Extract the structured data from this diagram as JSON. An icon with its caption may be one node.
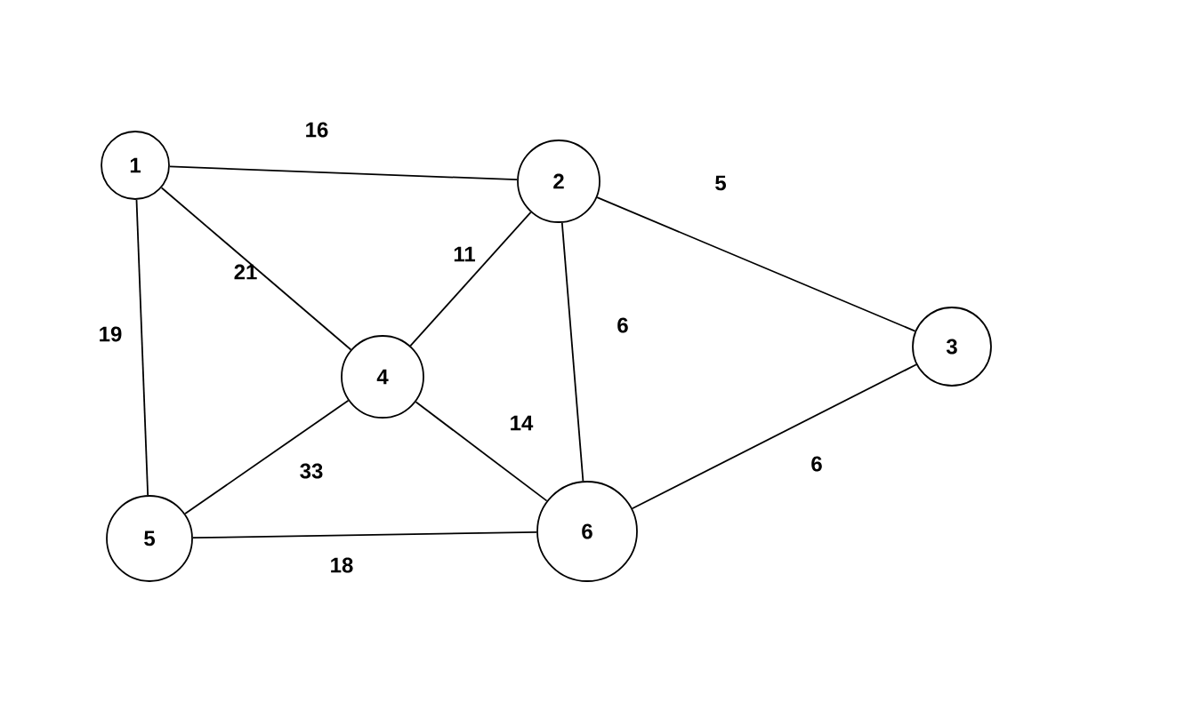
{
  "diagram": {
    "nodes": [
      {
        "text": [
          "1"
        ]
      },
      {
        "text": [
          "2"
        ]
      },
      {
        "text": [
          "3"
        ]
      },
      {
        "text": [
          "4"
        ]
      },
      {
        "text": [
          "5"
        ]
      },
      {
        "text": [
          "6"
        ]
      }
    ],
    "edges": [
      {
        "from": 0,
        "to": 1,
        "arrow": "none",
        "label": "16"
      },
      {
        "from": 0,
        "to": 3,
        "arrow": "none",
        "label": "21"
      },
      {
        "from": 0,
        "to": 4,
        "arrow": "none",
        "label": "19"
      },
      {
        "from": 1,
        "to": 3,
        "arrow": "none",
        "label": "11"
      },
      {
        "from": 1,
        "to": 5,
        "arrow": "none",
        "label": "6"
      },
      {
        "from": 1,
        "to": 2,
        "arrow": "none",
        "label": "5"
      },
      {
        "from": 3,
        "to": 4,
        "arrow": "none",
        "label": "33"
      },
      {
        "from": 3,
        "to": 5,
        "arrow": "none",
        "label": "14"
      },
      {
        "from": 4,
        "to": 5,
        "arrow": "none",
        "label": "18"
      },
      {
        "from": 5,
        "to": 2,
        "arrow": "none",
        "label": "6"
      }
    ]
  }
}
